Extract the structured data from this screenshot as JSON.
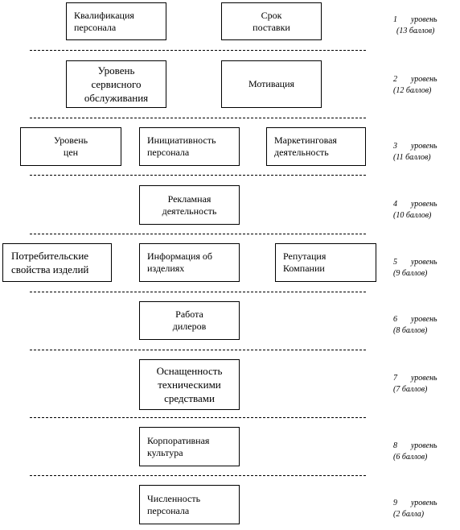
{
  "levels": [
    {
      "num": "1",
      "word": "уровень",
      "score": "(13 баллов)",
      "boxes": [
        "Квалификация\nперсонала",
        "Срок\nпоставки"
      ]
    },
    {
      "num": "2",
      "word": "уровень",
      "score": "(12 баллов)",
      "boxes": [
        "Уровень\nсервисного\nобслуживания",
        "Мотивация"
      ]
    },
    {
      "num": "3",
      "word": "уровень",
      "score": "(11 баллов)",
      "boxes": [
        "Уровень\nцен",
        "Инициативность\nперсонала",
        "Маркетинговая\nдеятельность"
      ]
    },
    {
      "num": "4",
      "word": "уровень",
      "score": "(10 баллов)",
      "boxes": [
        "Рекламная\nдеятельность"
      ]
    },
    {
      "num": "5",
      "word": "уровень",
      "score": "(9 баллов)",
      "boxes": [
        "Потребительские\nсвойства изделий",
        "Информация об\nизделиях",
        "Репутация\nКомпании"
      ]
    },
    {
      "num": "6",
      "word": "уровень",
      "score": "(8 баллов)",
      "boxes": [
        "Работа\nдилеров"
      ]
    },
    {
      "num": "7",
      "word": "уровень",
      "score": "(7 баллов)",
      "boxes": [
        "Оснащенность\nтехническими\nсредствами"
      ]
    },
    {
      "num": "8",
      "word": "уровень",
      "score": "(6 баллов)",
      "boxes": [
        "Корпоративная\nкультура"
      ]
    },
    {
      "num": "9",
      "word": "уровень",
      "score": "(2 балла)",
      "boxes": [
        "Численность\nперсонала"
      ]
    }
  ]
}
